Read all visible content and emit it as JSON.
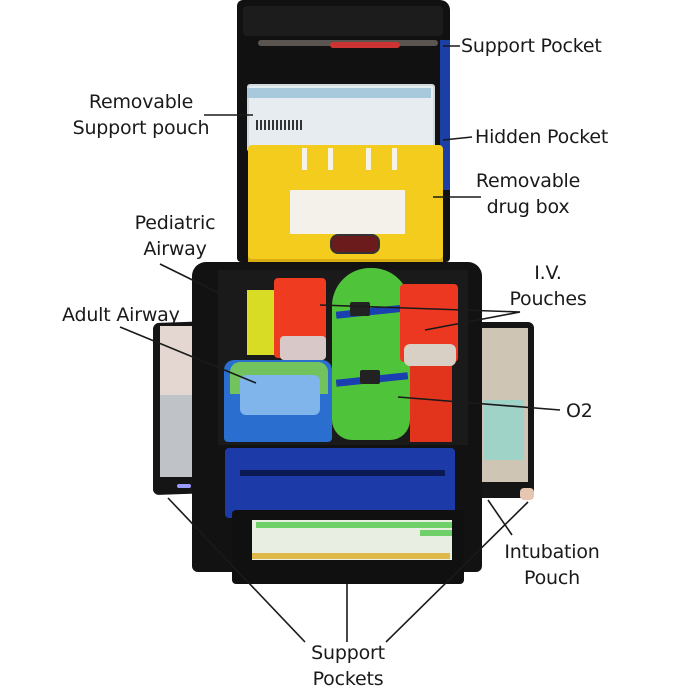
{
  "diagram": {
    "subject": "Medical / ALS backpack, open with compartments annotated",
    "colors": {
      "background": "#ffffff",
      "label_text": "#1a1a1a",
      "leader_line": "#1a1a1a",
      "bag_black": "#121212",
      "bag_blue": "#1c3aa8",
      "drug_box_yellow": "#f3cc1e",
      "pouch_red": "#ec3820",
      "o2_green": "#4fc43a"
    },
    "labels": [
      {
        "id": "support-pocket-top",
        "lines": [
          "Support Pocket"
        ]
      },
      {
        "id": "removable-support-pouch",
        "lines": [
          "Removable",
          "Support pouch"
        ]
      },
      {
        "id": "hidden-pocket",
        "lines": [
          "Hidden Pocket"
        ]
      },
      {
        "id": "removable-drug-box",
        "lines": [
          "Removable",
          "drug box"
        ]
      },
      {
        "id": "pediatric-airway",
        "lines": [
          "Pediatric",
          "Airway"
        ]
      },
      {
        "id": "adult-airway",
        "lines": [
          "Adult Airway"
        ]
      },
      {
        "id": "iv-pouches",
        "lines": [
          "I.V.",
          "Pouches"
        ]
      },
      {
        "id": "o2",
        "lines": [
          "O2"
        ]
      },
      {
        "id": "intubation-pouch",
        "lines": [
          "Intubation",
          "Pouch"
        ]
      },
      {
        "id": "support-pockets-bottom",
        "lines": [
          "Support",
          "Pockets"
        ]
      }
    ]
  }
}
